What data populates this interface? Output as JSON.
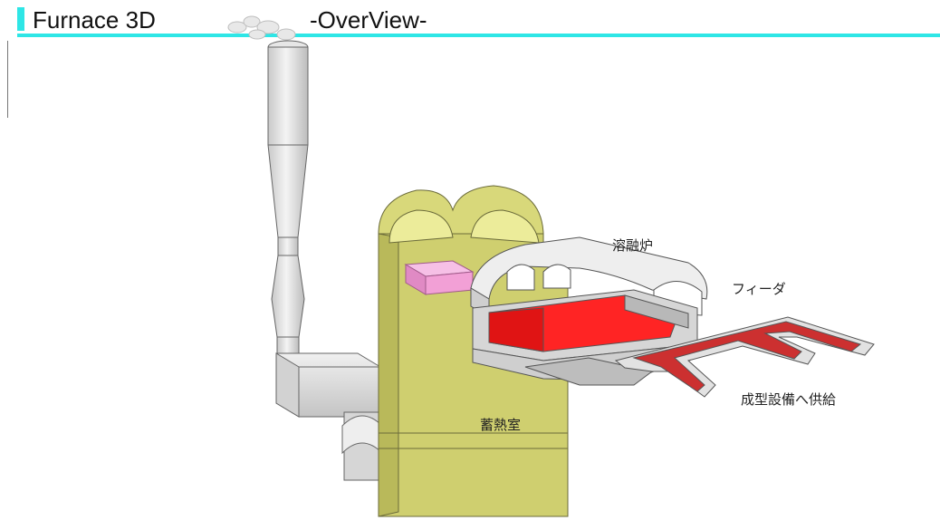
{
  "header": {
    "title": "Furnace 3D",
    "subtitle": "-OverView-"
  },
  "labels": {
    "melting_furnace": "溶融炉",
    "feeder": "フィーダ",
    "to_forming": "成型設備へ供給",
    "regenerator": "蓄熱室"
  },
  "colors": {
    "accent": "#2ee6e6",
    "regenerator": "#cfcf6f",
    "molten_glass": "#ff2424",
    "checker": "#f2a0d6",
    "structure": "#dcdcdc"
  }
}
